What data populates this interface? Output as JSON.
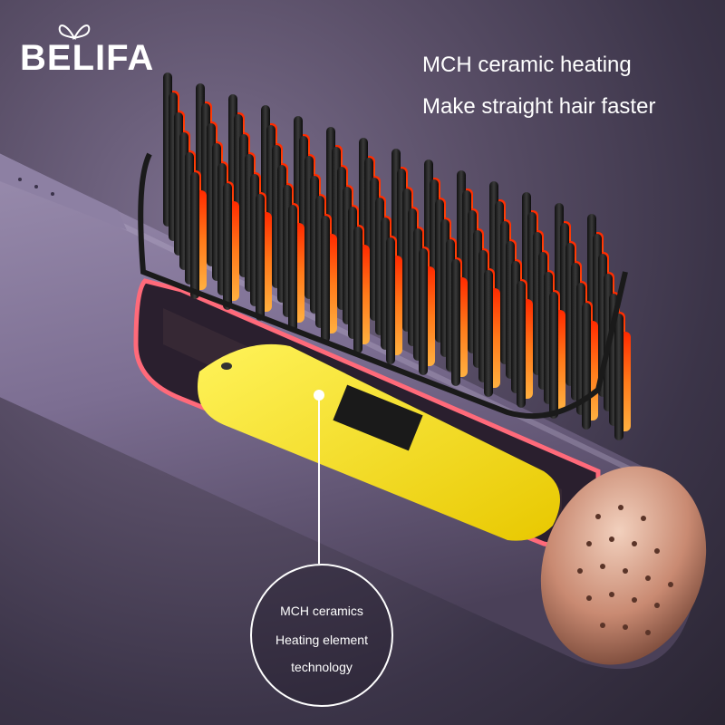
{
  "brand": {
    "logo_text": "BELIFA"
  },
  "headline": {
    "line1": "MCH ceramic heating",
    "line2": "Make straight hair faster"
  },
  "callout": {
    "line1": "MCH ceramics",
    "line2": "Heating element",
    "line3": "technology"
  },
  "colors": {
    "background": "#4a4258",
    "heater": "#f7e22a",
    "bristle_glow": "#ff6a1a",
    "end_cap": "#c98a72",
    "text": "#ffffff"
  }
}
